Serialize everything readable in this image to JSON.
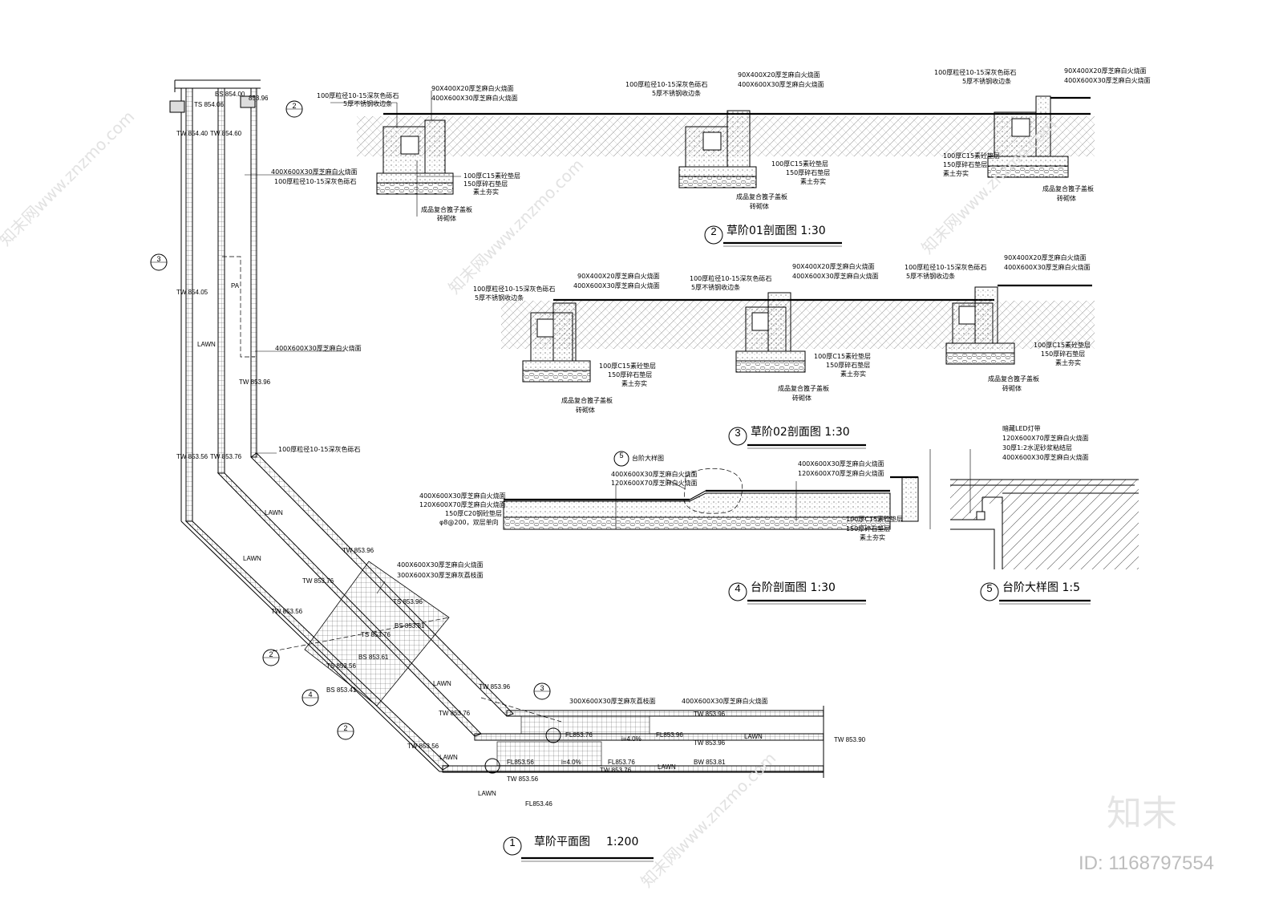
{
  "titles": {
    "plan": {
      "num": "1",
      "text": "草阶平面图",
      "scale": "1:200"
    },
    "sec2": {
      "num": "2",
      "text": "草阶01剖面图 1:30"
    },
    "sec3": {
      "num": "3",
      "text": "草阶02剖面图 1:30"
    },
    "sec4": {
      "num": "4",
      "text": "台阶剖面图 1:30"
    },
    "sec5": {
      "num": "5",
      "text": "台阶大样图 1:5"
    }
  },
  "section_labels": {
    "top_a": "100厚粒径10-15深灰色砾石",
    "top_b": "5厚不锈钢收边条",
    "cap_a": "90X400X20厚芝麻白火烧面",
    "cap_b": "400X600X30厚芝麻白火烧面",
    "base_a": "100厚C15素砼垫层",
    "base_b": "150厚碎石垫层",
    "base_c": "素土夯实",
    "bot_a": "成品复合篦子盖板",
    "bot_b": "砖砌体"
  },
  "sec4_labels": {
    "l1": "400X600X30厚芝麻白火烧面",
    "l2": "120X600X70厚芝麻白火烧面",
    "l3": "150厚C20钢砼垫层",
    "l4": "φ8@200，双层单向",
    "detail": "台阶大样图",
    "m1": "400X600X30厚芝麻白火烧面",
    "m2": "120X600X70厚芝麻白火烧面",
    "r1": "400X600X30厚芝麻白火烧面",
    "r2": "120X600X70厚芝麻白火烧面",
    "b1": "100厚C15素砼垫层",
    "b2": "150厚碎石垫层",
    "b3": "素土夯实"
  },
  "sec5_labels": {
    "l1": "暗藏LED灯带",
    "l2": "120X600X70厚芝麻白火烧面",
    "l3": "30厚1:2水泥砂浆粘结层",
    "l4": "400X600X30厚芝麻白火烧面"
  },
  "plan_labels": {
    "bs1": "BS 854.00",
    "ts1": "TS 854.06",
    "bs2": "853.96",
    "tw1": "TW 854.40",
    "tw2": "TW 854.60",
    "n1": "400X600X30厚芝麻白火烧面",
    "n2": "100厚粒径10-15深灰色砾石",
    "tw3": "TW 854.05",
    "pa": "PA",
    "lawn": "LAWN",
    "n3": "400X600X30厚芝麻白火烧面",
    "tw4": "TW 853.96",
    "tw5": "TW 853.56",
    "tw6": "TW 853.76",
    "n4": "100厚粒径10-15深灰色砾石",
    "tw7": "TW 853.96",
    "tw8": "TW 853.76",
    "tw9": "TW 853.56",
    "n5": "400X600X30厚芝麻白火烧面",
    "n6": "300X600X30厚芝麻灰荔枝面",
    "ts2": "TS 853.96",
    "bs3": "BS 853.81",
    "ts3": "TS 853.76",
    "bs4": "BS 853.61",
    "ts4": "TS 853.56",
    "bs5": "BS 853.41",
    "tw10": "TW 853.96",
    "tw11": "TW 853.76",
    "tw12": "TW 853.56",
    "n7": "300X600X30厚芝麻灰荔枝面",
    "n8": "400X600X30厚芝麻白火烧面",
    "tw13": "TW 853.96",
    "tw14": "TW 853.90",
    "fl1": "FL853.76",
    "fl2": "FL853.96",
    "tw15": "TW 853.96",
    "fl3": "FL853.56",
    "fl4": "FL853.76",
    "tw16": "TW 853.76",
    "bw": "BW 853.81",
    "tw17": "TW 853.56",
    "fl5": "FL853.46",
    "slope": "i=4.0%"
  },
  "markers": {
    "m2": "2",
    "m3": "3",
    "m4": "4",
    "m5": "5"
  },
  "watermark": {
    "brand": "知末",
    "id": "ID: 1168797554",
    "site": "知末网www.znzmo.com"
  }
}
